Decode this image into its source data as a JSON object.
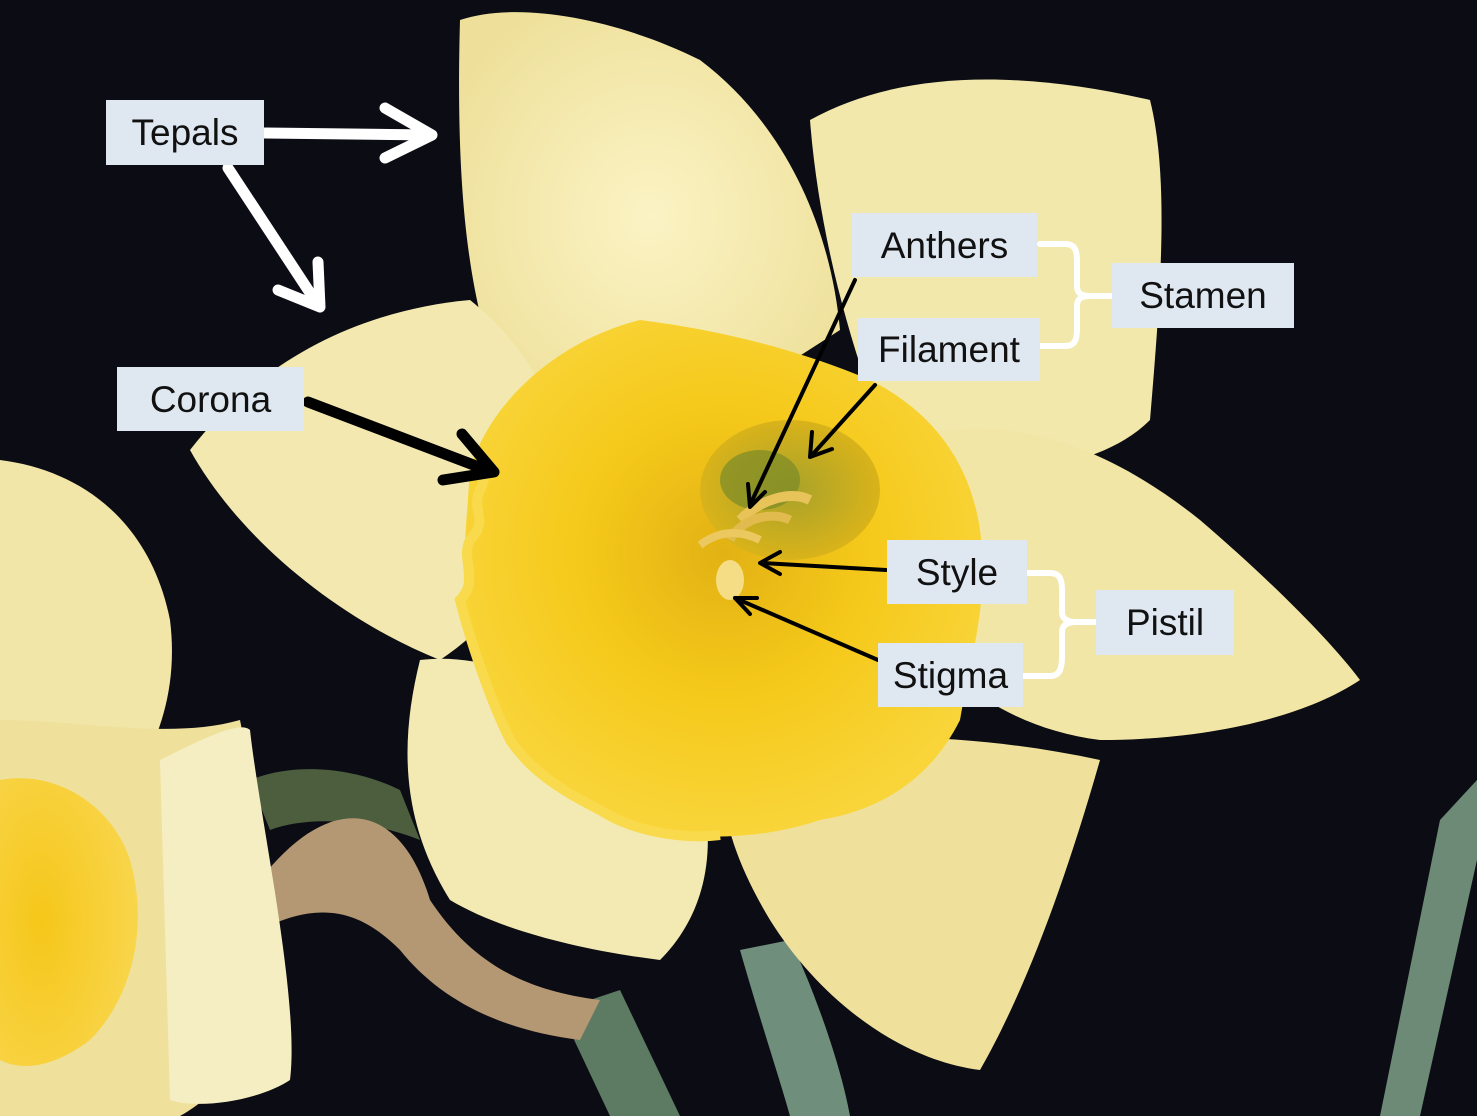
{
  "labels": {
    "tepals": "Tepals",
    "corona": "Corona",
    "anthers": "Anthers",
    "filament": "Filament",
    "stamen": "Stamen",
    "style": "Style",
    "stigma": "Stigma",
    "pistil": "Pistil"
  },
  "colors": {
    "background": "#0c0c14",
    "tepal": "#f3eab0",
    "corona": "#f5cc1c",
    "label_bg": "#dfe7f1",
    "white_arrow": "#ffffff",
    "black_arrow": "#000000"
  }
}
